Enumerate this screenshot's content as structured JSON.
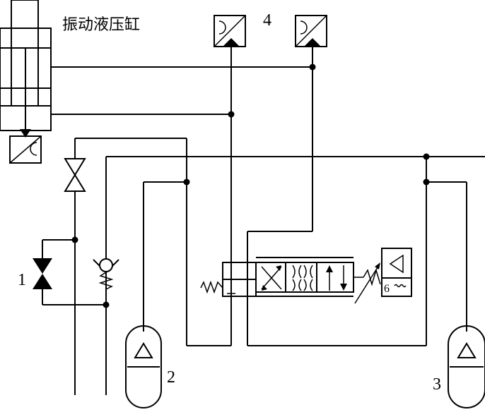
{
  "title": "振动液压缸",
  "labels": {
    "l1": "1",
    "l2": "2",
    "l3": "3",
    "l4": "4",
    "l6": "6"
  }
}
